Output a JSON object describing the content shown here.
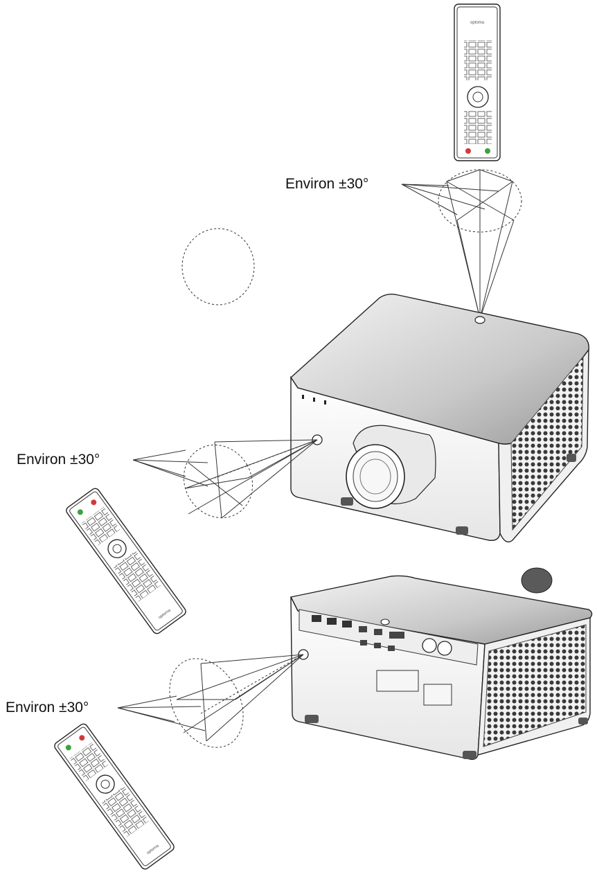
{
  "labels": {
    "top_angle": "Environ ±30°",
    "middle_angle": "Environ ±30°",
    "bottom_angle": "Environ ±30°"
  },
  "colors": {
    "power_button": "#d23a3a",
    "on_button": "#3fa040",
    "line": "#222222",
    "body_shade": "#d9d9d9"
  }
}
